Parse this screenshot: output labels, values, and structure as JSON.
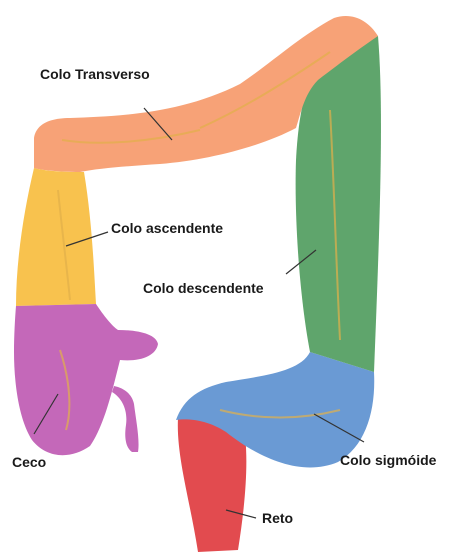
{
  "labels": {
    "colo_transverso": "Colo Transverso",
    "colo_ascendente": "Colo ascendente",
    "colo_descendente": "Colo descendente",
    "ceco": "Ceco",
    "colo_sigmoide": "Colo sigmóide",
    "reto": "Reto"
  },
  "colors": {
    "transverse": "#f7a277",
    "ascending": "#f8c24e",
    "cecum": "#c468b9",
    "descending": "#5fa56c",
    "sigmoid": "#6a9ad4",
    "rectum": "#e24b4f",
    "leader_line": "#333333",
    "vessel": "#e2b04a"
  }
}
